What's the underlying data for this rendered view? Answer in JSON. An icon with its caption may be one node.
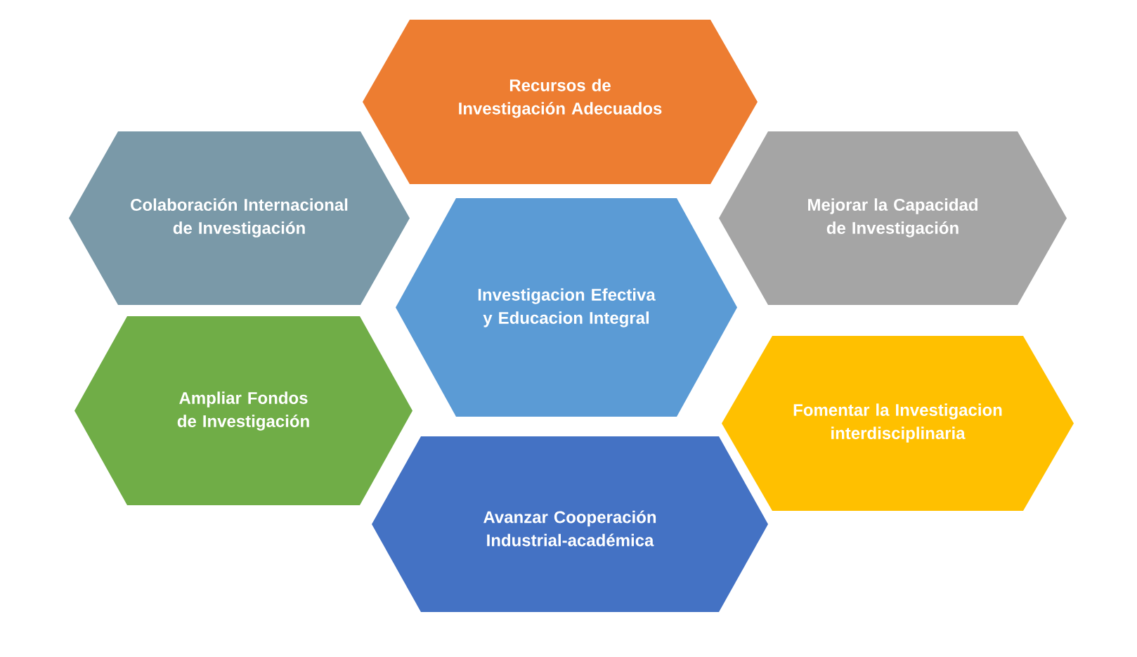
{
  "diagram": {
    "nodes": [
      {
        "text": [
          "Recursos de Investigación Adecuados"
        ]
      },
      {
        "text": [
          "Colaboración Internacional de Investigación"
        ]
      },
      {
        "text": [
          "Mejorar la Capacidad de Investigación"
        ]
      },
      {
        "text": [
          "Investigacion Efectiva y Educacion Integral"
        ]
      },
      {
        "text": [
          "Ampliar Fondos de Investigación"
        ]
      },
      {
        "text": [
          "Fomentar la Investigacion interdisciplinaria"
        ]
      },
      {
        "text": [
          "Avanzar Cooperación Industrial-académica"
        ]
      }
    ]
  }
}
